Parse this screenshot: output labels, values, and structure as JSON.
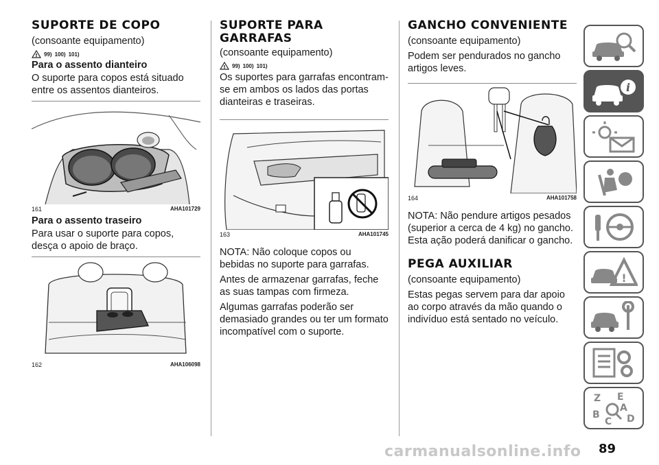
{
  "col1": {
    "title": "SUPORTE DE COPO",
    "optional": "(consoante equipamento)",
    "refs": [
      "99)",
      "100)",
      "101)"
    ],
    "front_heading": "Para o assento dianteiro",
    "front_text": "O suporte para copos está situado entre os assentos dianteiros.",
    "fig1_num": "161",
    "fig1_code": "AHA101729",
    "rear_heading": "Para o assento traseiro",
    "rear_text": "Para usar o suporte para copos, desça o apoio de braço.",
    "fig2_num": "162",
    "fig2_code": "AHA106098"
  },
  "col2": {
    "title_line1": "SUPORTE PARA",
    "title_line2": "GARRAFAS",
    "optional": "(consoante equipamento)",
    "refs": [
      "99)",
      "100)",
      "101)"
    ],
    "text1": "Os suportes para garrafas encontram-se em ambos os lados das portas dianteiras e traseiras.",
    "fig_num": "163",
    "fig_code": "AHA101745",
    "note": "NOTA: Não coloque copos ou bebidas no suporte para garrafas.",
    "text2": "Antes de armazenar garrafas, feche as suas tampas com firmeza.",
    "text3": "Algumas garrafas poderão ser demasiado grandes ou ter um formato incompatível com o suporte."
  },
  "col3": {
    "title": "GANCHO CONVENIENTE",
    "optional": "(consoante equipamento)",
    "text1": "Podem ser pendurados no gancho artigos leves.",
    "fig_num": "164",
    "fig_code": "AHA101758",
    "note": "NOTA: Não pendure artigos pesados (superior a cerca de 4 kg) no gancho. Esta ação poderá danificar o gancho.",
    "title2": "PEGA AUXILIAR",
    "optional2": "(consoante equipamento)",
    "text2": "Estas pegas servem para dar apoio ao corpo através da mão quando o indivíduo está sentado no veículo."
  },
  "sidebar": {
    "tabs": [
      {
        "icon": "car-search-icon",
        "active": false
      },
      {
        "icon": "car-info-icon",
        "active": true
      },
      {
        "icon": "warning-light-message-icon",
        "active": false
      },
      {
        "icon": "airbag-seat-icon",
        "active": false
      },
      {
        "icon": "key-steering-wheel-icon",
        "active": false
      },
      {
        "icon": "car-warning-triangle-icon",
        "active": false
      },
      {
        "icon": "car-wrench-icon",
        "active": false
      },
      {
        "icon": "list-gears-icon",
        "active": false
      },
      {
        "icon": "alphabet-index-icon",
        "active": false
      }
    ],
    "letters": [
      "Z",
      "E",
      "A",
      "B",
      "C",
      "D"
    ]
  },
  "page_number": "89",
  "watermark": "carmanualsonline.info"
}
